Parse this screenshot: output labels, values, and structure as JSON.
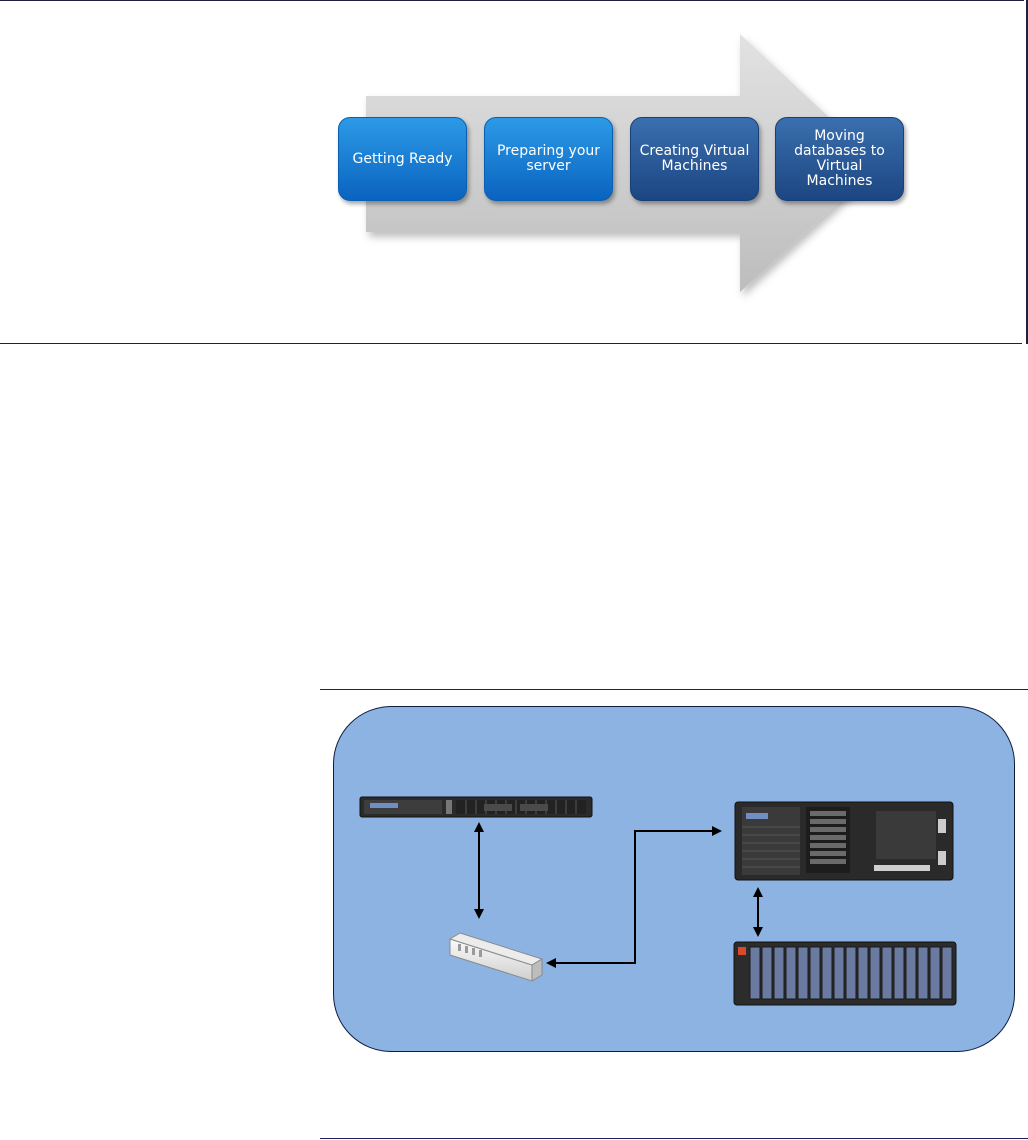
{
  "process_steps": [
    {
      "label": "Getting Ready",
      "style": "light"
    },
    {
      "label": "Preparing your server",
      "style": "light"
    },
    {
      "label": "Creating Virtual Machines",
      "style": "dark"
    },
    {
      "label": "Moving databases to Virtual Machines",
      "style": "dark"
    }
  ],
  "colors": {
    "step_light": "#1a7fd6",
    "step_dark": "#2a5a99",
    "arrow": "#c8c8c8",
    "network_background": "#8db3e2",
    "rule": "#1f1f3f"
  },
  "network_diagram": {
    "devices": [
      {
        "icon": "rack-server-1u-icon"
      },
      {
        "icon": "network-switch-icon"
      },
      {
        "icon": "tower-server-4u-icon"
      },
      {
        "icon": "disk-storage-array-icon"
      }
    ],
    "connections": [
      {
        "from": "rack-server-1u",
        "to": "network-switch",
        "direction": "both"
      },
      {
        "from": "tower-server-4u",
        "to": "network-switch",
        "direction": "both"
      },
      {
        "from": "tower-server-4u",
        "to": "disk-storage-array",
        "direction": "both"
      }
    ]
  }
}
